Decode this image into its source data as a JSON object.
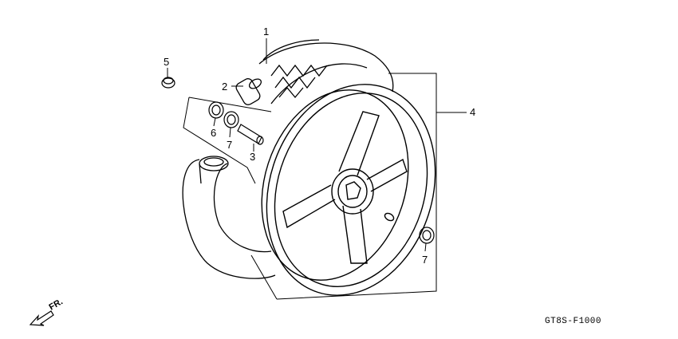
{
  "diagram": {
    "code": "GT8S-F1000",
    "direction_label": "FR.",
    "callouts": {
      "tire": "1",
      "tube": "2",
      "collar": "3",
      "wheel": "4",
      "nut": "5",
      "seal": "6",
      "bearing_left": "7",
      "bearing_right": "7"
    }
  }
}
